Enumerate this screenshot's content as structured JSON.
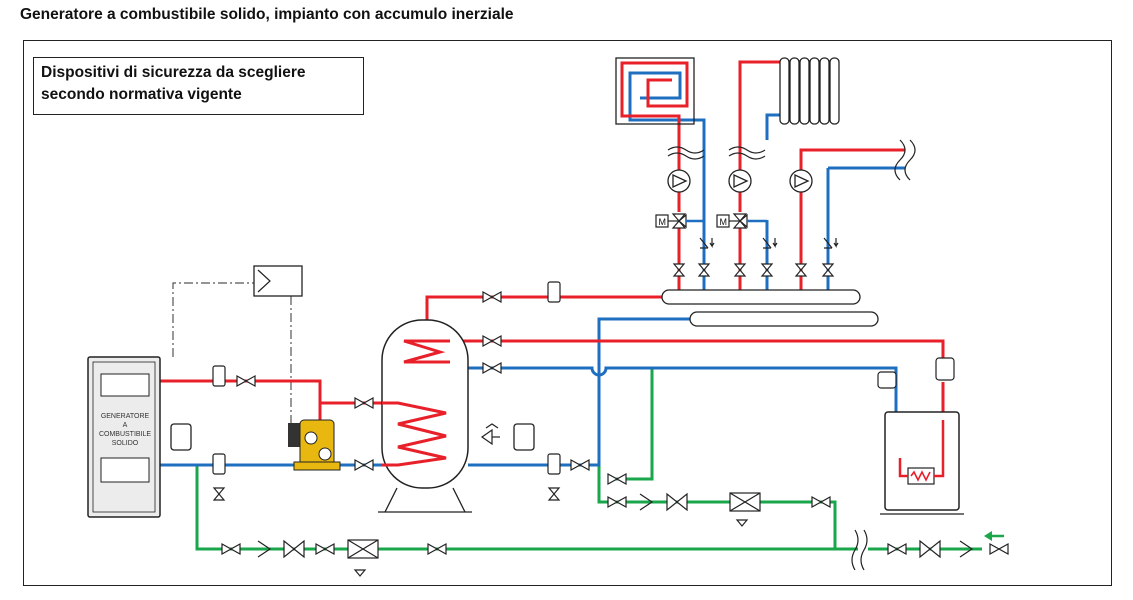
{
  "title": "Generatore a combustibile solido, impianto con accumulo inerziale",
  "note": {
    "line1": "Dispositivi di sicurezza da scegliere",
    "line2": "secondo normativa vigente"
  },
  "generator": {
    "line1": "GENERATORE",
    "line2": "A",
    "line3": "COMBUSTIBILE",
    "line4": "SOLIDO"
  },
  "valve_motor_label": "M",
  "colors": {
    "hot": "#e8202a",
    "cold": "#1f6fc1",
    "water": "#1aa64a",
    "line": "#222222",
    "control": "#555555",
    "panel": "#ececec"
  }
}
